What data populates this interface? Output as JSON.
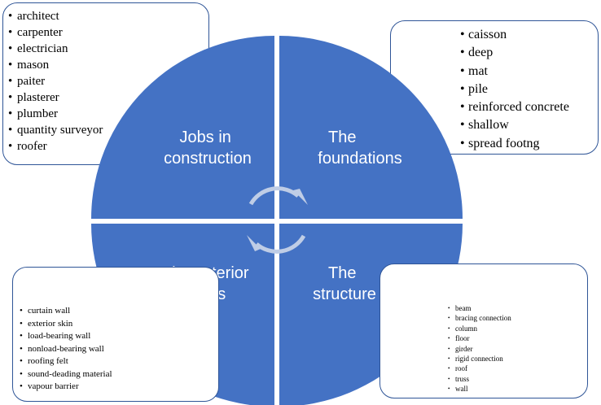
{
  "colors": {
    "quadrant": "#4472c4",
    "border": "#2f5597",
    "arrow": "#bfcde6"
  },
  "quadrants": {
    "top_left": [
      "Jobs in",
      "construction"
    ],
    "top_right": [
      "The",
      "foundations"
    ],
    "bottom_left": [
      "The exterior",
      "walls"
    ],
    "bottom_right": [
      "The",
      "structure"
    ]
  },
  "lists": {
    "jobs": [
      "architect",
      "carpenter",
      "electrician",
      "mason",
      "paiter",
      "plasterer",
      "plumber",
      "quantity surveyor",
      "roofer"
    ],
    "foundations": [
      "caisson",
      "deep",
      "mat",
      "pile",
      "reinforced concrete",
      "shallow",
      "spread footng"
    ],
    "exterior_walls": [
      "curtain wall",
      "exterior skin",
      "load-bearing wall",
      "nonload-bearing wall",
      "roofing felt",
      "sound-deading material",
      "vapour barrier"
    ],
    "structure": [
      "beam",
      "bracing  connection",
      "column",
      "floor",
      "girder",
      "rigid connection",
      "roof",
      "truss",
      "wall"
    ]
  },
  "icons": [
    "cycle-arrows-icon"
  ]
}
